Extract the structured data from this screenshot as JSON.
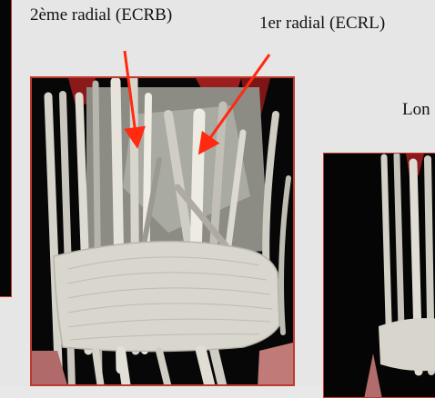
{
  "labels": {
    "ecrb": "2ème radial (ECRB)",
    "ecrl": "1er radial (ECRL)",
    "long": "Lon"
  },
  "colors": {
    "arrow": "#ff2a0f",
    "frame": "#c0392b",
    "background": "#e6e6e6"
  }
}
